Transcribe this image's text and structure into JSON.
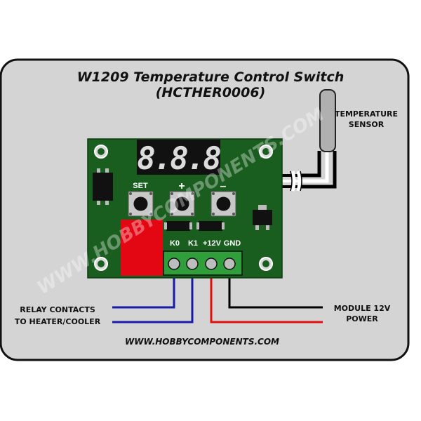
{
  "title": {
    "line1": "W1209 Temperature Control Switch",
    "line2": "(HCTHER0006)"
  },
  "labels": {
    "sensor_line1": "TEMPERATURE",
    "sensor_line2": "SENSOR",
    "relay_line1": "RELAY CONTACTS",
    "relay_line2": "TO HEATER/COOLER",
    "power_line1": "MODULE 12V",
    "power_line2": "POWER",
    "website": "WWW.HOBBYCOMPONENTS.COM"
  },
  "board": {
    "display": "8.8.8",
    "buttons": {
      "set": "SET",
      "plus": "+",
      "minus": "–"
    },
    "terminals": {
      "k0": "K0",
      "k1": "K1",
      "v12": "+12V",
      "gnd": "GND"
    }
  },
  "watermark": "WWW.HOBBYCOMPONENTS.COM",
  "colors": {
    "panel": "#d4d4d4",
    "pcb": "#1a5e1f",
    "terminal_block": "#2f9e3b",
    "wire_blue": "#1a1aa8",
    "wire_red": "#e01010",
    "wire_black": "#000000",
    "led_digit": "#dcdcdc"
  }
}
